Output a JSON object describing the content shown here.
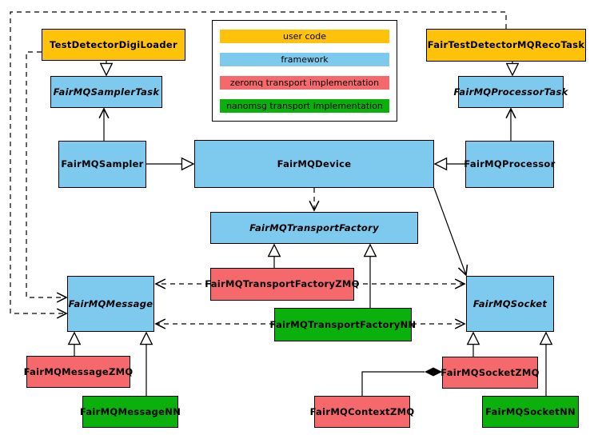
{
  "colors": {
    "user_code": "#FFC20A",
    "framework": "#7DCAEE",
    "zeromq": "#F5696C",
    "nanomsg": "#0CB00C"
  },
  "legend": {
    "items": [
      {
        "label": "user code"
      },
      {
        "label": "framework"
      },
      {
        "label": "zeromq transport implementation"
      },
      {
        "label": "nanomsg transport implementation"
      }
    ]
  },
  "nodes": {
    "test_detector_digi_loader": {
      "label": "TestDetectorDigiLoader"
    },
    "fair_test_detector_mq_reco_task": {
      "label": "FairTestDetectorMQRecoTask"
    },
    "fairmq_sampler_task": {
      "label": "FairMQSamplerTask"
    },
    "fairmq_processor_task": {
      "label": "FairMQProcessorTask"
    },
    "fairmq_sampler": {
      "label": "FairMQSampler"
    },
    "fairmq_device": {
      "label": "FairMQDevice"
    },
    "fairmq_processor": {
      "label": "FairMQProcessor"
    },
    "fairmq_transport_factory": {
      "label": "FairMQTransportFactory"
    },
    "fairmq_transport_factory_zmq": {
      "label": "FairMQTransportFactoryZMQ"
    },
    "fairmq_transport_factory_nn": {
      "label": "FairMQTransportFactoryNN"
    },
    "fairmq_message": {
      "label": "FairMQMessage"
    },
    "fairmq_socket": {
      "label": "FairMQSocket"
    },
    "fairmq_message_zmq": {
      "label": "FairMQMessageZMQ"
    },
    "fairmq_message_nn": {
      "label": "FairMQMessageNN"
    },
    "fairmq_context_zmq": {
      "label": "FairMQContextZMQ"
    },
    "fairmq_socket_zmq": {
      "label": "FairMQSocketZMQ"
    },
    "fairmq_socket_nn": {
      "label": "FairMQSocketNN"
    }
  }
}
